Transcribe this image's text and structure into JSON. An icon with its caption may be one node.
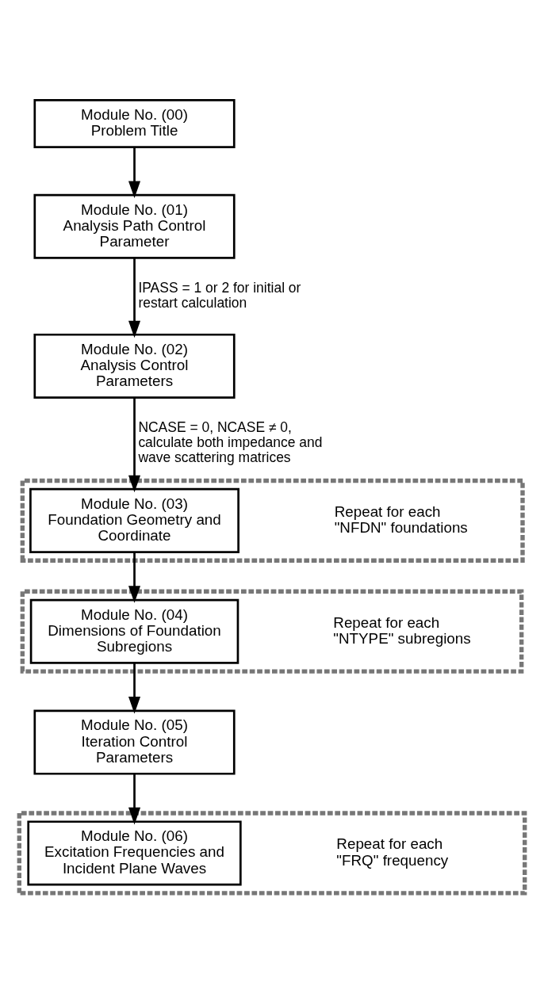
{
  "diagram": {
    "nodes": [
      {
        "text": [
          "Module No. (00)",
          "Problem Title"
        ]
      },
      {
        "text": [
          "Module No. (01)",
          "Analysis Path Control Parameter"
        ]
      },
      {
        "text": [
          "Module No. (02)",
          "Analysis Control Parameters"
        ]
      },
      {
        "text": [],
        "shape": "box",
        "beside": [
          "Repeat for each \"NFDN\" foundations"
        ]
      },
      {
        "text": [
          "Module No. (03)",
          "Foundation Geometry and Coordinate"
        ],
        "in": 3
      },
      {
        "text": [],
        "shape": "box",
        "beside": [
          "Repeat for each \"NTYPE\" subregions"
        ]
      },
      {
        "text": [
          "Module No. (04)",
          "Dimensions of Foundation Subregions"
        ],
        "in": 5
      },
      {
        "text": [
          "Module No. (05)",
          "Iteration Control Parameters"
        ]
      },
      {
        "text": [],
        "shape": "box",
        "beside": [
          "Repeat for each \"FRQ\" frequency"
        ]
      },
      {
        "text": [
          "Module No. (06)",
          "Excitation Frequencies and Incident Plane Waves"
        ],
        "in": 8
      }
    ],
    "edges": [
      {
        "from": 0,
        "to": 1,
        "arrow": "to"
      },
      {
        "from": 1,
        "to": 2,
        "arrow": "to",
        "label": "IPASS = 1 or 2 for initial or restart calculation"
      },
      {
        "from": 2,
        "to": 4,
        "arrow": "to",
        "label": "NCASE = 0, NCASE ≠ 0, calculate both impedance and wave scattering matrices"
      },
      {
        "from": 4,
        "to": 6,
        "arrow": "to"
      },
      {
        "from": 6,
        "to": 7,
        "arrow": "to"
      },
      {
        "from": 7,
        "to": 9,
        "arrow": "to"
      }
    ]
  }
}
